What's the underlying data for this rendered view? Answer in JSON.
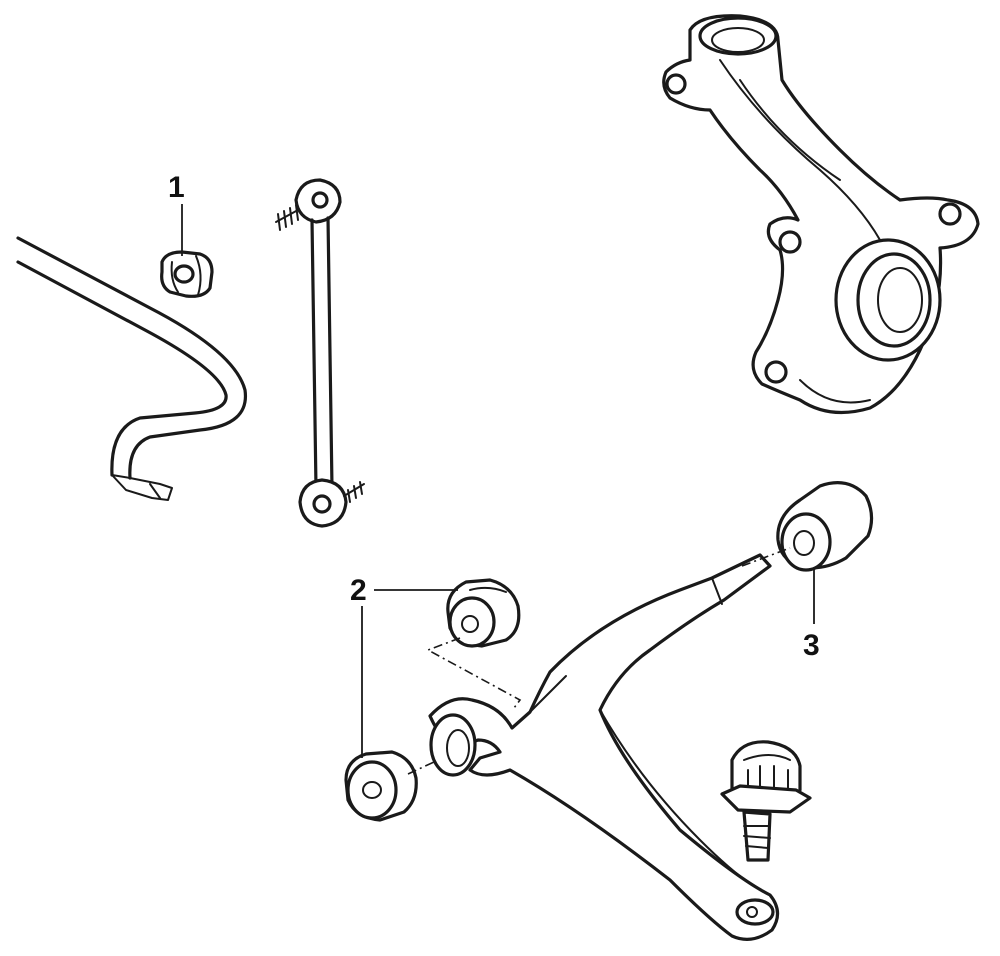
{
  "callouts": [
    {
      "id": "1",
      "label": "1"
    },
    {
      "id": "2",
      "label": "2"
    },
    {
      "id": "3",
      "label": "3"
    }
  ],
  "parts": [
    "anti-roll-bar",
    "anti-roll-bar-bush",
    "drop-link",
    "steering-knuckle",
    "lower-arm",
    "lower-arm-front-bush-pair",
    "lower-arm-rear-bush",
    "ball-joint"
  ],
  "colors": {
    "line": "#1a1a1a",
    "background": "#ffffff",
    "shade": "#dcdcdc"
  }
}
